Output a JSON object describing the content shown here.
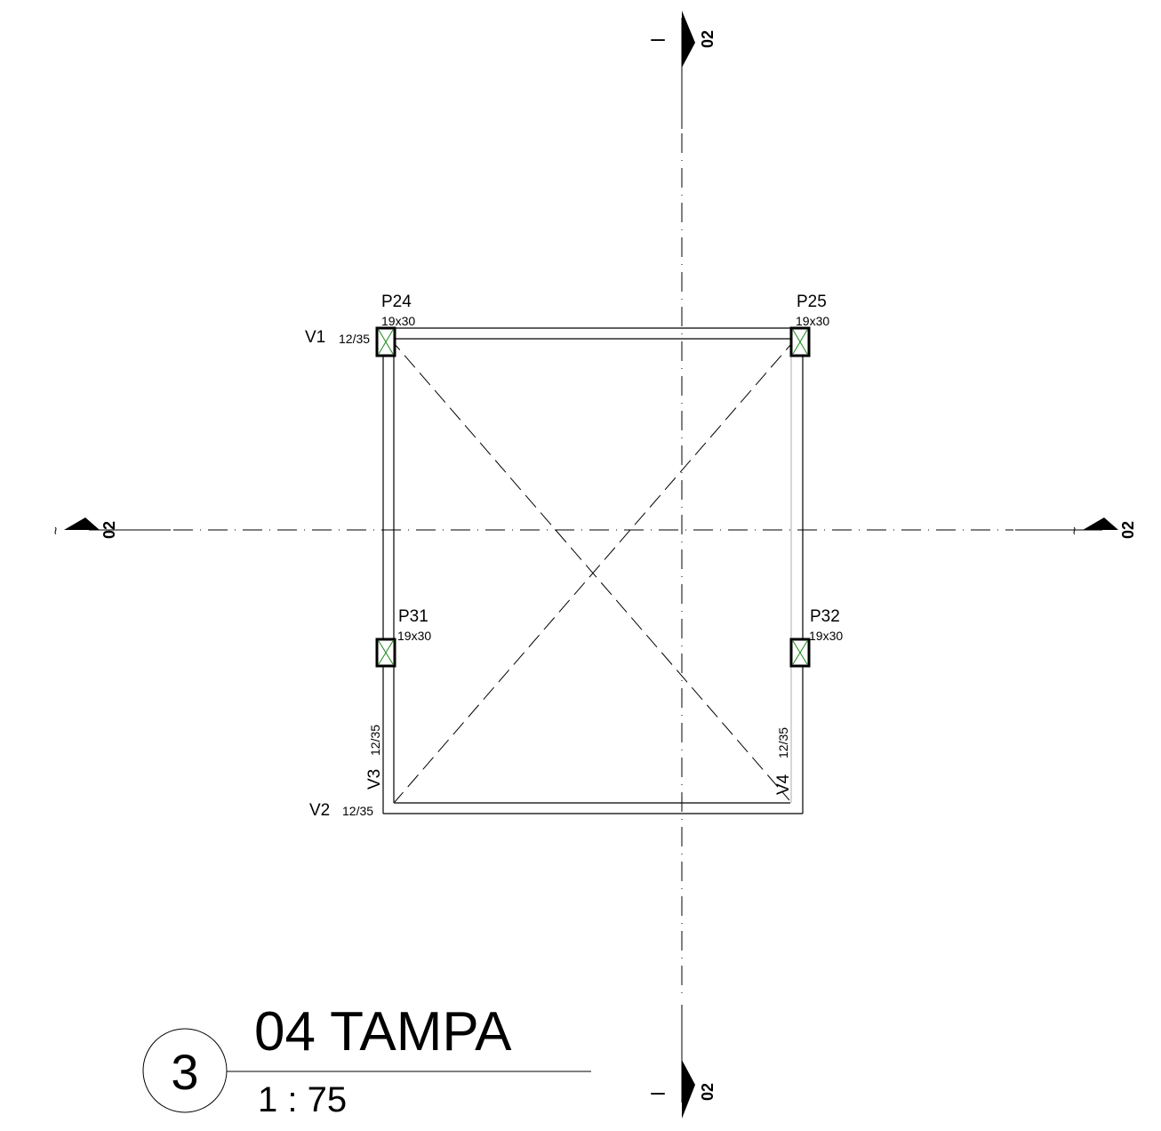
{
  "drawing": {
    "title": "04 TAMPA",
    "scale": "1 : 75",
    "view_number": "3"
  },
  "section_markers": {
    "top_label": "02",
    "top_dash": "–",
    "bottom_label": "02",
    "bottom_dash": "–",
    "left_label": "02",
    "left_tick": "~",
    "right_label": "02",
    "right_tick": "~"
  },
  "columns": [
    {
      "id": "P24",
      "size": "19x30"
    },
    {
      "id": "P25",
      "size": "19x30"
    },
    {
      "id": "P31",
      "size": "19x30"
    },
    {
      "id": "P32",
      "size": "19x30"
    }
  ],
  "beams": [
    {
      "id": "V1",
      "size": "12/35"
    },
    {
      "id": "V2",
      "size": "12/35"
    },
    {
      "id": "V3",
      "size": "12/35"
    },
    {
      "id": "V4",
      "size": "12/35"
    }
  ],
  "colors": {
    "line": "#000000",
    "column_cross": "#1a8a1a",
    "light_line": "#bbbbbb"
  }
}
